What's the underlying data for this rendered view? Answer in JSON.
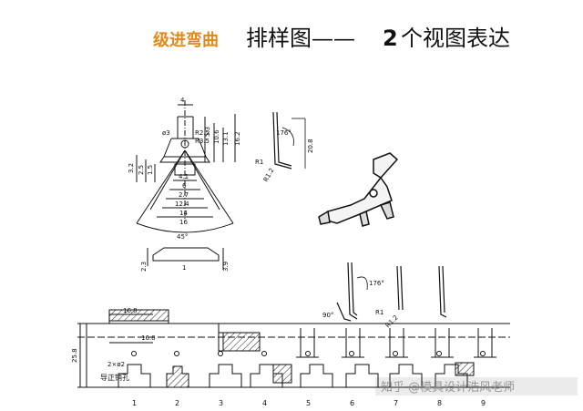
{
  "title": {
    "prefix": "级进弯曲",
    "main": "排样图——",
    "number": "2",
    "suffix": "个视图表达"
  },
  "dimensions": {
    "part_top": [
      "4",
      "R2.5",
      "R3.5",
      "ø3",
      "5.3",
      "10.6",
      "13.1",
      "16.2",
      "3.2",
      "2.5",
      "1.5",
      "4.1",
      "6",
      "2.7",
      "12.4",
      "14",
      "16",
      "45°",
      "2.3",
      "1",
      "3.9"
    ],
    "side_view": [
      "176°",
      "20.8",
      "R1",
      "R1.2"
    ],
    "strip_side": [
      "176°",
      "90°",
      "R1",
      "R1.2"
    ],
    "strip": [
      "16.8",
      "16.8",
      "25.8",
      "2×ø2"
    ]
  },
  "labels": {
    "pilot_hole": "导正销孔",
    "watermark": "知乎 @模具设计浩风老师"
  },
  "stations": [
    "1",
    "2",
    "3",
    "4",
    "5",
    "6",
    "7",
    "8",
    "9"
  ],
  "colors": {
    "title_orange": "#e08a1a",
    "line": "#111111",
    "hatch": "#222222"
  }
}
